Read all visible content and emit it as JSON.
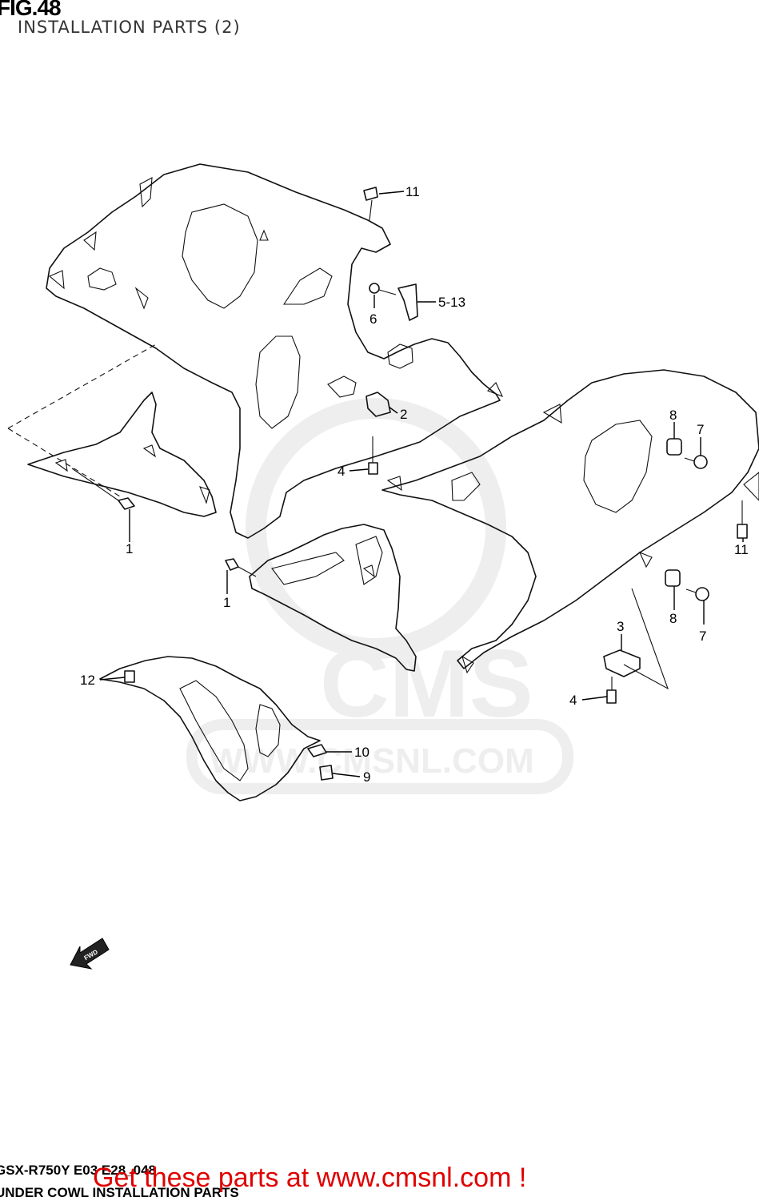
{
  "header": {
    "fig_label": "FIG.48",
    "subtitle": "INSTALLATION PARTS (2)"
  },
  "callouts": [
    {
      "id": "c11a",
      "label": "11"
    },
    {
      "id": "c513",
      "label": "5-13"
    },
    {
      "id": "c6",
      "label": "6"
    },
    {
      "id": "c2",
      "label": "2"
    },
    {
      "id": "c8a",
      "label": "8"
    },
    {
      "id": "c7a",
      "label": "7"
    },
    {
      "id": "c4a",
      "label": "4"
    },
    {
      "id": "c1a",
      "label": "1"
    },
    {
      "id": "c11b",
      "label": "11"
    },
    {
      "id": "c1b",
      "label": "1"
    },
    {
      "id": "c8b",
      "label": "8"
    },
    {
      "id": "c7b",
      "label": "7"
    },
    {
      "id": "c3",
      "label": "3"
    },
    {
      "id": "c12",
      "label": "12"
    },
    {
      "id": "c4b",
      "label": "4"
    },
    {
      "id": "c10",
      "label": "10"
    },
    {
      "id": "c9",
      "label": "9"
    }
  ],
  "direction_arrow": {
    "label": "FWD"
  },
  "watermark": {
    "brand": "CMS",
    "url": "WWW.CMSNL.COM"
  },
  "footer": {
    "model_code": "GSX-R750Y E03 E28_048",
    "section_name": "UNDER COWL INSTALLATION PARTS",
    "promo_text": "Get these parts at www.cmsnl.com !",
    "promo_color": "#e00000"
  }
}
